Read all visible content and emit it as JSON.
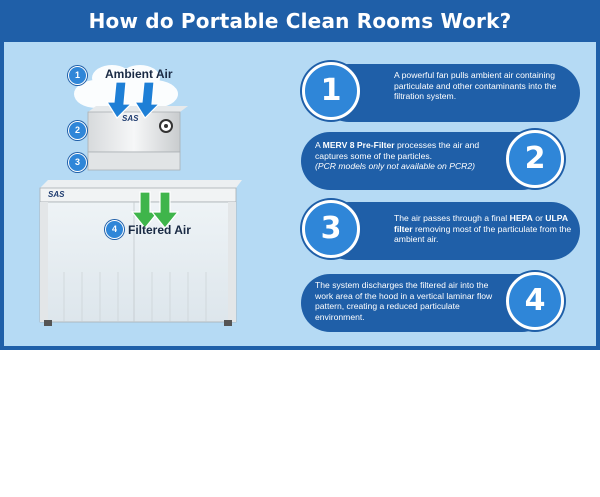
{
  "title": "How do Portable Clean Rooms Work?",
  "illustration": {
    "ambient_label": "Ambient Air",
    "filtered_label": "Filtered Air",
    "callouts": [
      "1",
      "2",
      "3",
      "4"
    ],
    "brand": "SAS",
    "colors": {
      "intake_arrow": "#1e7fd6",
      "output_arrow": "#3fb54b"
    }
  },
  "steps": [
    {
      "num": "1",
      "segments": [
        {
          "t": "A powerful fan pulls ambient air containing particulate and other contaminants into the filtration system."
        }
      ]
    },
    {
      "num": "2",
      "segments": [
        {
          "t": "A "
        },
        {
          "t": "MERV 8 Pre-Filter",
          "b": true
        },
        {
          "t": " processes the air and captures some of the particles."
        },
        {
          "br": true
        },
        {
          "t": "(PCR models only not available on PCR2)",
          "i": true
        }
      ]
    },
    {
      "num": "3",
      "segments": [
        {
          "t": "The air passes through a final "
        },
        {
          "t": "HEPA",
          "b": true
        },
        {
          "t": " or "
        },
        {
          "t": "ULPA filter",
          "b": true
        },
        {
          "t": " removing most of the particulate from the ambient air."
        }
      ]
    },
    {
      "num": "4",
      "segments": [
        {
          "t": "The system discharges the filtered air into the work area of the hood in a vertical laminar flow pattern, creating a reduced particulate environment."
        }
      ]
    }
  ],
  "colors": {
    "header": "#1f5fa8",
    "panel": "#b5daf4",
    "badge": "#2f86d8"
  }
}
